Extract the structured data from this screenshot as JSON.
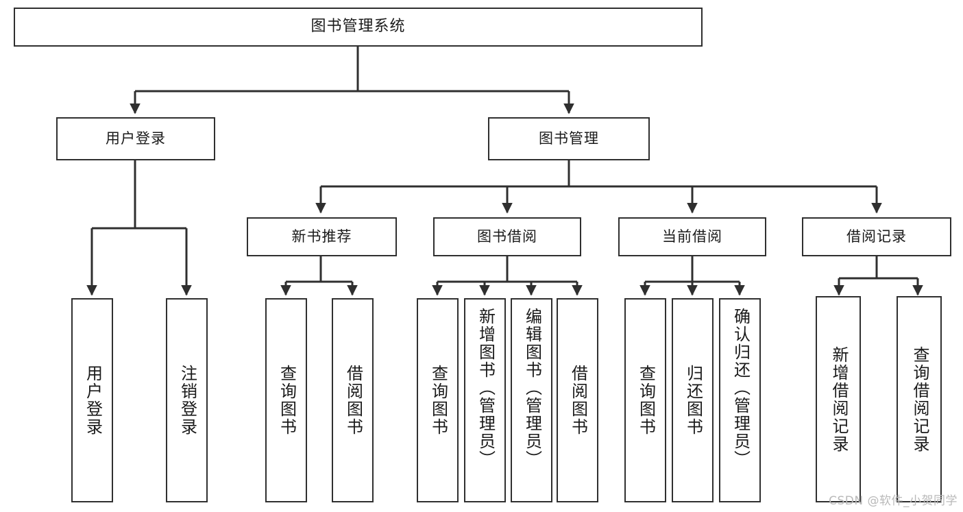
{
  "diagram": {
    "type": "tree-structure-chart",
    "title": "图书管理系统",
    "watermark": "CSDN @软件_小贺同学",
    "colors": {
      "stroke": "#2f2f2f",
      "fill": "#ffffff",
      "text": "#1a1a1a",
      "watermark": "#b9b9b9"
    },
    "root": {
      "label": "图书管理系统"
    },
    "level1": [
      {
        "id": "user-login",
        "label": "用户登录"
      },
      {
        "id": "book-manage",
        "label": "图书管理"
      }
    ],
    "level2": [
      {
        "id": "new-book-recommend",
        "label": "新书推荐",
        "parent": "book-manage"
      },
      {
        "id": "book-borrow",
        "label": "图书借阅",
        "parent": "book-manage"
      },
      {
        "id": "current-borrow",
        "label": "当前借阅",
        "parent": "book-manage"
      },
      {
        "id": "borrow-record",
        "label": "借阅记录",
        "parent": "book-manage"
      }
    ],
    "leaves": {
      "user-login": [
        {
          "id": "leaf-user-login",
          "label": "用户登录"
        },
        {
          "id": "leaf-user-logout",
          "label": "注销登录"
        }
      ],
      "new-book-recommend": [
        {
          "id": "leaf-query-book-1",
          "label": "查询图书"
        },
        {
          "id": "leaf-borrow-book-1",
          "label": "借阅图书"
        }
      ],
      "book-borrow": [
        {
          "id": "leaf-query-book-2",
          "label": "查询图书"
        },
        {
          "id": "leaf-add-book",
          "label": "新增图书（管理员）"
        },
        {
          "id": "leaf-edit-book",
          "label": "编辑图书（管理员）"
        },
        {
          "id": "leaf-borrow-book-2",
          "label": "借阅图书"
        }
      ],
      "current-borrow": [
        {
          "id": "leaf-query-book-3",
          "label": "查询图书"
        },
        {
          "id": "leaf-return-book",
          "label": "归还图书"
        },
        {
          "id": "leaf-confirm-return",
          "label": "确认归还（管理员）"
        }
      ],
      "borrow-record": [
        {
          "id": "leaf-add-record",
          "label": "新增借阅记录"
        },
        {
          "id": "leaf-query-record",
          "label": "查询借阅记录"
        }
      ]
    }
  }
}
